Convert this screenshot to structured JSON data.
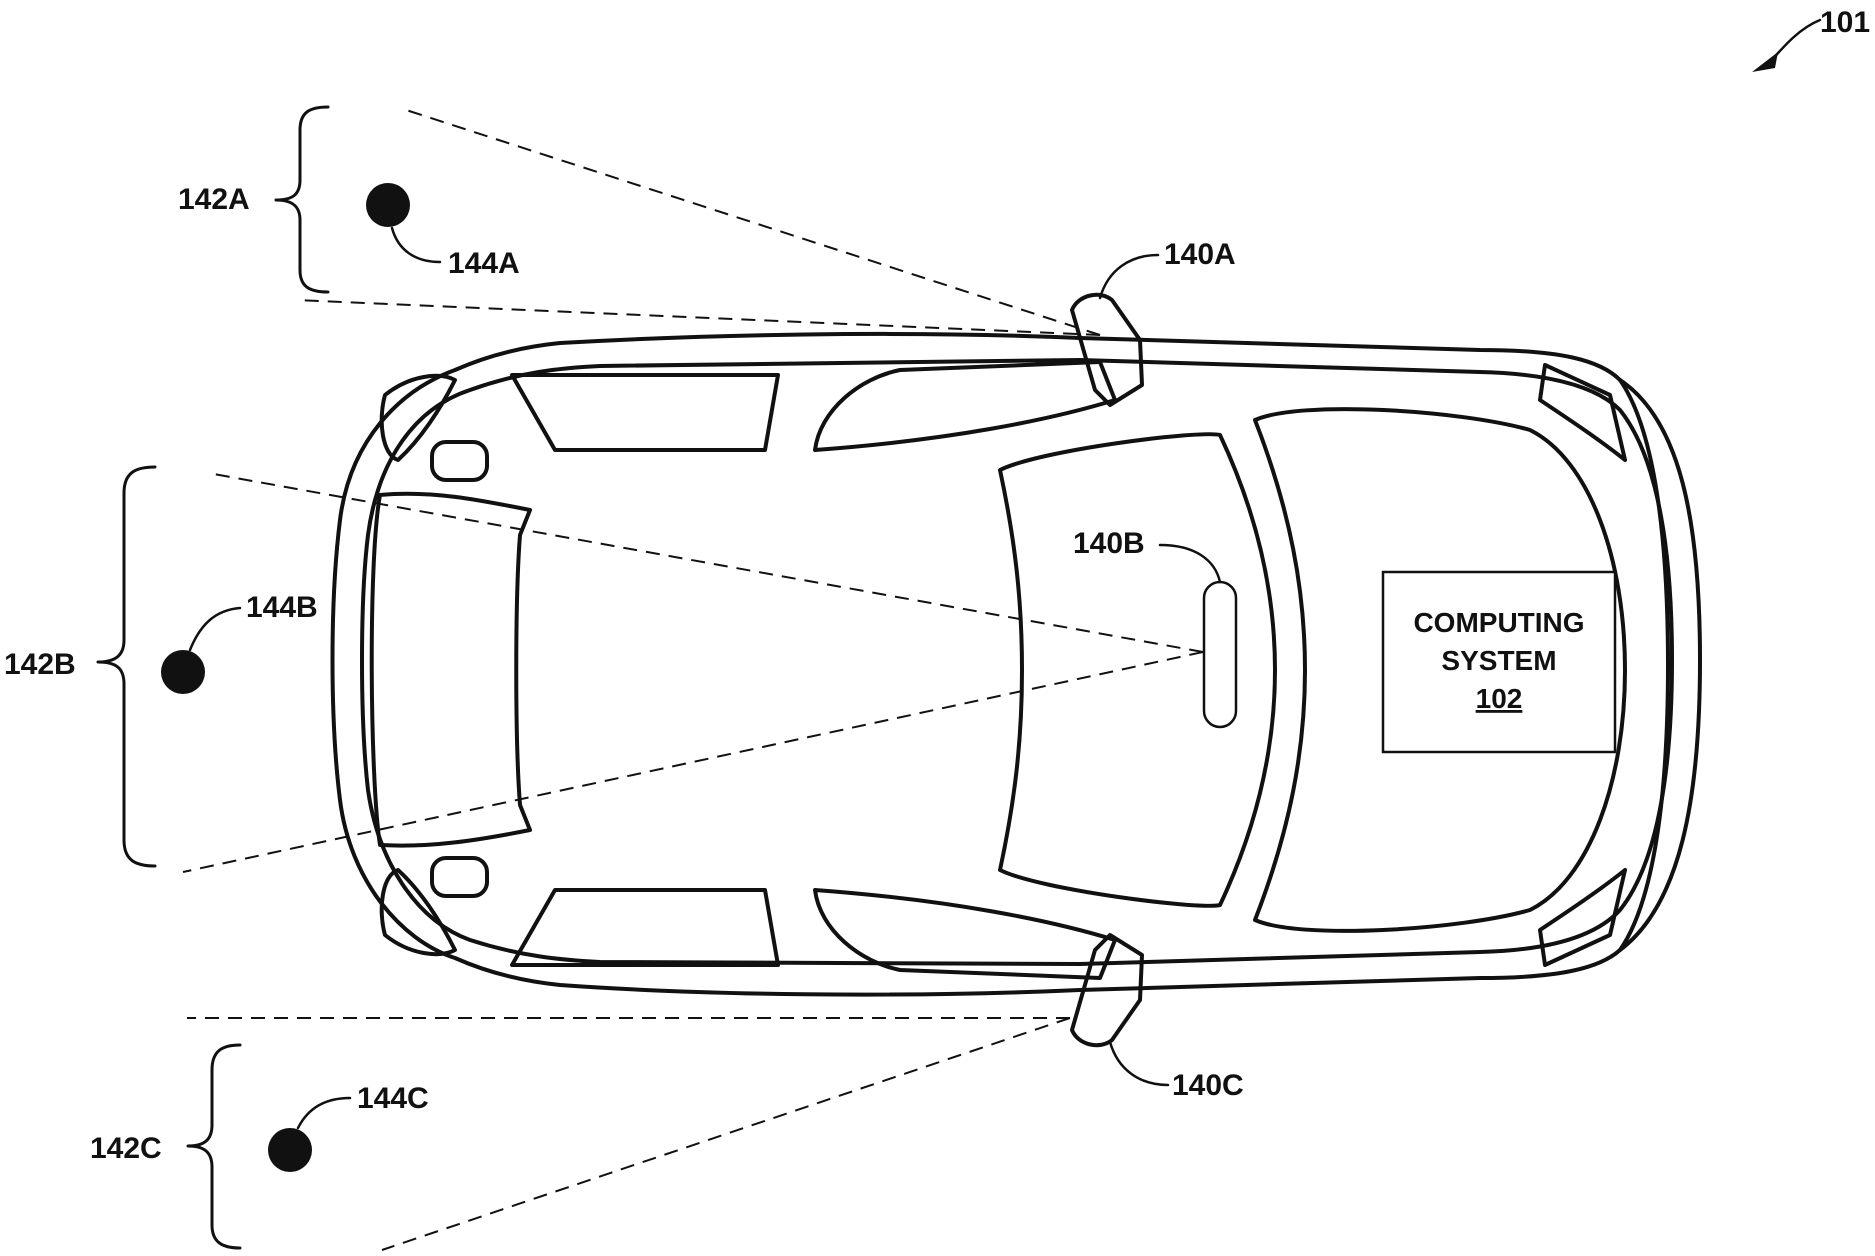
{
  "figure": {
    "ref_number": "101",
    "computing_system": {
      "line1": "COMPUTING",
      "line2": "SYSTEM",
      "number": "102"
    },
    "sensors": {
      "a": "140A",
      "b": "140B",
      "c": "140C"
    },
    "regions": {
      "a": "142A",
      "b": "142B",
      "c": "142C"
    },
    "objects": {
      "a": "144A",
      "b": "144B",
      "c": "144C"
    }
  }
}
